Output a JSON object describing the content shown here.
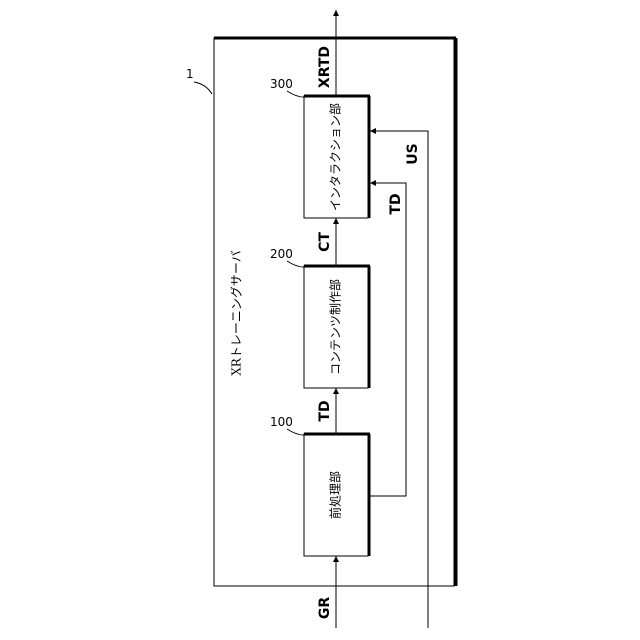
{
  "server": {
    "ref": "1",
    "title": "XRトレーニングサーバ"
  },
  "blocks": [
    {
      "ref": "100",
      "label": "前処理部"
    },
    {
      "ref": "200",
      "label": "コンテンツ制作部"
    },
    {
      "ref": "300",
      "label": "インタラクション部"
    }
  ],
  "signals": {
    "input": "GR",
    "td_1": "TD",
    "ct": "CT",
    "output": "XRTD",
    "td_2": "TD",
    "us": "US"
  }
}
